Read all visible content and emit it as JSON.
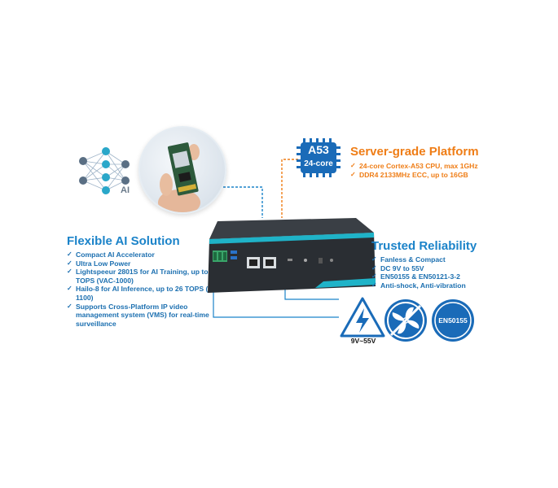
{
  "ai_icon": {
    "label": "AI",
    "icon": "neural-network-icon"
  },
  "chip": {
    "title": "A53",
    "subtitle": "24-core",
    "icon": "cpu-chip-icon"
  },
  "server_platform": {
    "heading": "Server-grade Platform",
    "items": [
      "24-core Cortex-A53 CPU, max 1GHz",
      "DDR4 2133MHz ECC, up to 16GB"
    ]
  },
  "flexible_ai": {
    "heading": "Flexible AI Solution",
    "items": [
      "Compact AI Accelerator",
      "Ultra Low Power",
      "Lightspeeur 2801S for AI Training, up to 5.6 TOPS (VAC-1000)",
      "Hailo-8 for AI Inference, up to 26 TOPS (VAC-1100)",
      "Supports Cross-Platform IP video management system (VMS) for real-time surveillance"
    ]
  },
  "reliability": {
    "heading": "Trusted Reliability",
    "items": [
      "Fanless & Compact",
      "DC 9V to 55V",
      "EN50155 & EN50121-3-2",
      "Anti-shock, Anti-vibration"
    ]
  },
  "badges": {
    "voltage_label": "9V~55V",
    "cert_label": "EN50155"
  },
  "colors": {
    "orange": "#ef7d16",
    "blue": "#1b83c9",
    "chip_blue": "#1a6bb8",
    "teal": "#1fb3c8"
  }
}
